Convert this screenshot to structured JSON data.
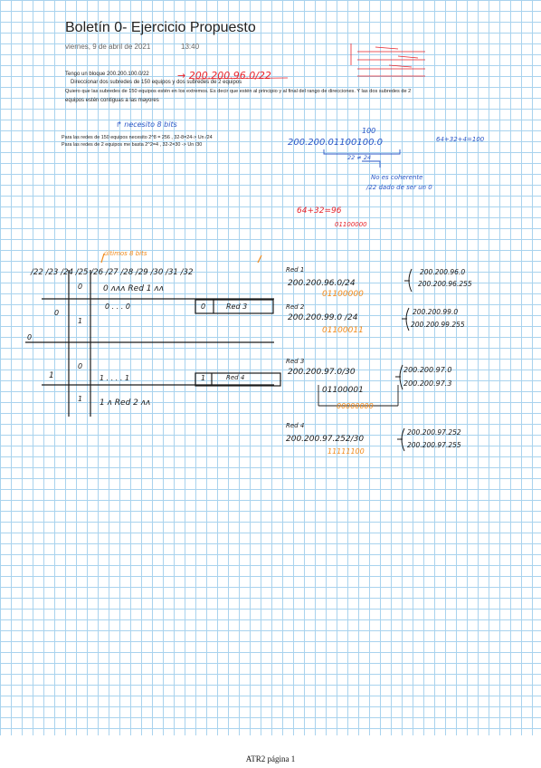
{
  "header": {
    "title": "Boletín 0- Ejercicio Propuesto",
    "date": "viernes, 9 de abril de 2021",
    "time": "13:40"
  },
  "statement": {
    "line1": "Tengo un bloque 200.200.100.0/22",
    "line2": "Direccionar dos subredes de 150 equipos y dos subredes de 2 equipos",
    "line3": "Quiero que las subredes de 150 equipos estén en los extremos. Es decir que estén al principio y al final del rango de direcciones. Y las dos subredes de 2",
    "line4": "equipos estén contiguas a las mayores",
    "calc1": "Para las redes de 150 equipos necesito 2^8 = 256 , 32-8=24-> Un /24",
    "calc2": "Para las redes de 2 equipos me basta 2^2=4 , 32-2=30 -> Un /30"
  },
  "handwriting": {
    "red_block": "→ 200.200.96.0/22",
    "blue_note": "↱ necesito 8 bits",
    "blue_100": "100",
    "blue_addr": "200.200.01100100.0",
    "blue_sum": "64+32+4=100",
    "blue_22": "22 ≠ 24",
    "blue_coherente": "No es coherente",
    "blue_dado": "/22 dado de ser un 0",
    "red_sum": "64+32=96",
    "red_bits": "01100000",
    "orange_last8": "últimos 8 bits",
    "table_prefixes": "/22 /23 /24 /25 /26 /27 /28 /29 /30 /31 /32",
    "tbl_0a": "0",
    "tbl_0b": "0",
    "tbl_0c": "0",
    "tbl_1a": "1",
    "tbl_1b": "1",
    "tbl_1c": "1",
    "tbl_row1": "0   ʌʌʌ   Red 1   ʌʌ",
    "tbl_row2": "0  .  .  .   0",
    "tbl_box0": "0",
    "tbl_red3": "Red 3",
    "tbl_row3": "0",
    "tbl_row4": "1  .  .  .  .   1",
    "tbl_box1": "1",
    "tbl_red4": "Red 4",
    "tbl_row5": "1   ʌ  Red 2   ʌʌ",
    "red1_label": "Red 1",
    "red1_net": "200.200.96.0/24",
    "red1_bin": "01100000",
    "red1_first": "200.200.96.0",
    "red1_last": "200.200.96.255",
    "red2_label": "Red 2",
    "red2_net": "200.200.99.0 /24",
    "red2_bin": "01100011",
    "red2_first": "200.200.99.0",
    "red2_last": "200.200.99.255",
    "red3_label": "Red 3",
    "red3_net": "200.200.97.0/30",
    "red3_bin": "01100001",
    "red3_zero": "00000000",
    "red3_first": "200.200.97.0",
    "red3_last": "200.200.97.3",
    "red4_label": "Red 4",
    "red4_net": "200.200.97.252/30",
    "red4_bin": "11111100",
    "red4_first": "200.200.97.252",
    "red4_last": "200.200.97.255"
  },
  "footer": {
    "page": "ATR2 página 1"
  },
  "colors": {
    "grid": "#a9d3ee",
    "ink_black": "#1a1a1a",
    "ink_blue": "#2a56c6",
    "ink_red": "#e8242b",
    "ink_orange": "#f28a1a"
  }
}
